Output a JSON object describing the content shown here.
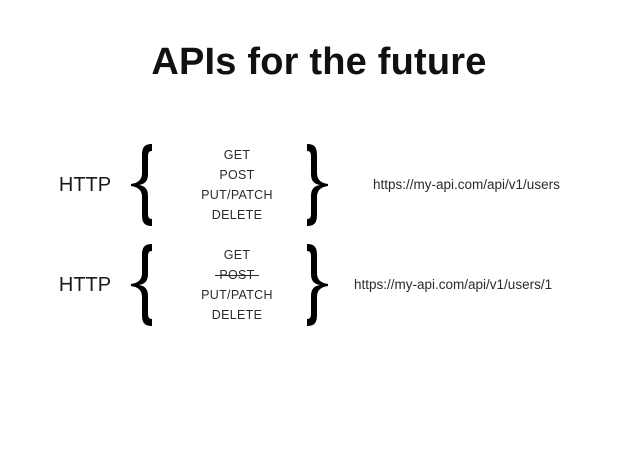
{
  "slide": {
    "title": "APIs for the future",
    "background_color": "#ffffff",
    "title_color": "#111111",
    "text_color": "#2b2b2b"
  },
  "rows": [
    {
      "protocol": "HTTP",
      "open_brace": "{",
      "close_brace": "}",
      "methods": [
        {
          "label": "GET",
          "struck": false
        },
        {
          "label": "POST",
          "struck": false
        },
        {
          "label": "PUT/PATCH",
          "struck": false
        },
        {
          "label": "DELETE",
          "struck": false
        }
      ],
      "endpoint": "https://my-api.com/api/v1/users"
    },
    {
      "protocol": "HTTP",
      "open_brace": "{",
      "close_brace": "}",
      "methods": [
        {
          "label": "GET",
          "struck": false
        },
        {
          "label": "POST",
          "struck": true
        },
        {
          "label": "PUT/PATCH",
          "struck": false
        },
        {
          "label": "DELETE",
          "struck": false
        }
      ],
      "endpoint": "https://my-api.com/api/v1/users/1"
    }
  ]
}
